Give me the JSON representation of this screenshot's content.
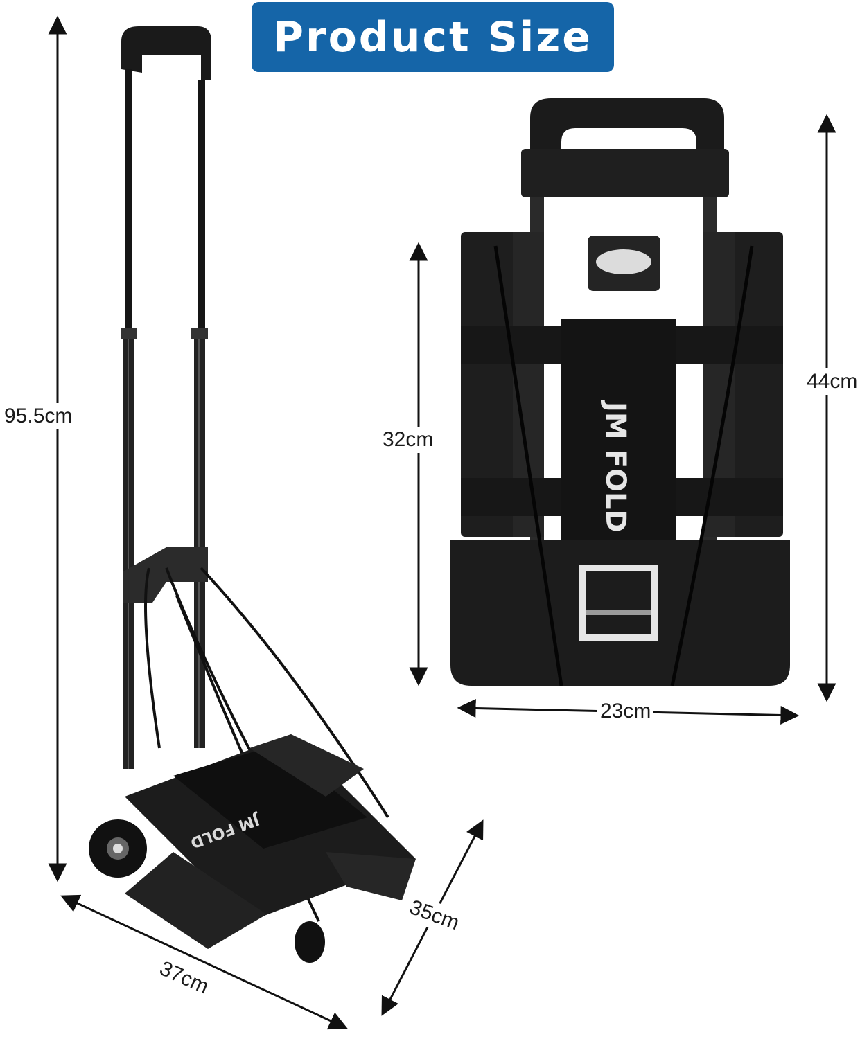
{
  "banner": {
    "title": "Product Size",
    "color": "#1565a8"
  },
  "product": {
    "brand_logo": "JM FOLD"
  },
  "dimensions": {
    "unfolded_height": "95.5cm",
    "unfolded_width": "37cm",
    "unfolded_depth": "35cm",
    "folded_inner_height": "32cm",
    "folded_height": "44cm",
    "folded_width": "23cm"
  }
}
